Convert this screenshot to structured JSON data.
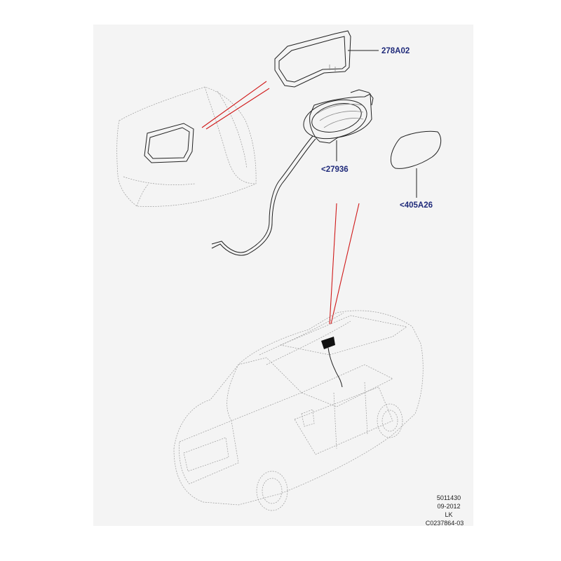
{
  "callouts": {
    "gasket": "278A02",
    "filler_housing": "<27936",
    "fuel_door": "<405A26"
  },
  "reference": {
    "line1": "5011430",
    "line2": "09-2012",
    "line3": "LK",
    "line4": "C0237864-03"
  },
  "colors": {
    "callout_text": "#1f2a7a",
    "leader_red": "#d01a1a",
    "sheet_background": "#f4f4f4"
  }
}
